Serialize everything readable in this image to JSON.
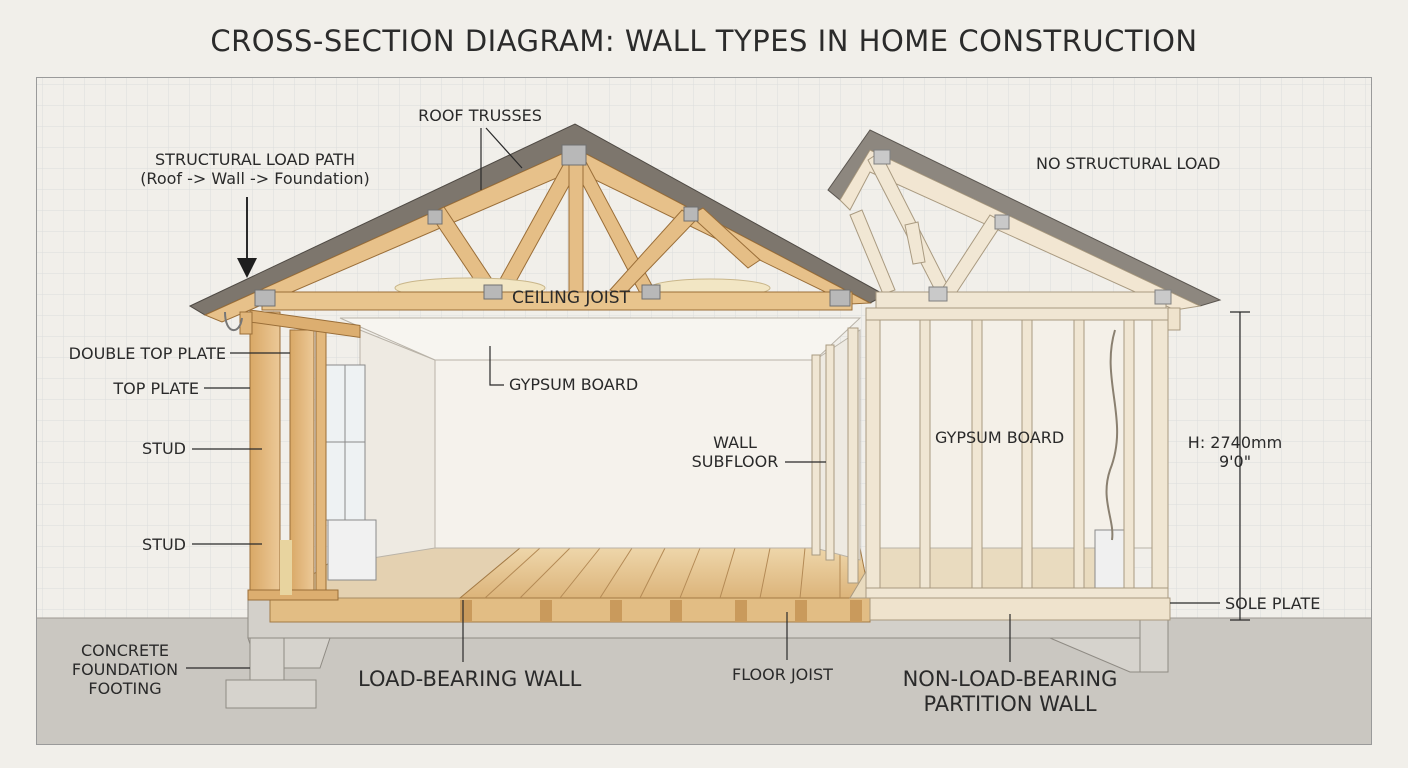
{
  "title": "CROSS-SECTION DIAGRAM: WALL TYPES IN HOME CONSTRUCTION",
  "labels": {
    "roof_trusses": "ROOF TRUSSES",
    "load_path_line1": "STRUCTURAL LOAD PATH",
    "load_path_line2": "(Roof -> Wall -> Foundation)",
    "no_structural_load": "NO STRUCTURAL LOAD",
    "ceiling_joist": "CEILING JOIST",
    "double_top_plate": "DOUBLE TOP PLATE",
    "top_plate": "TOP PLATE",
    "stud_upper": "STUD",
    "stud_lower": "STUD",
    "gypsum_board_left": "GYPSUM BOARD",
    "gypsum_board_right": "GYPSUM BOARD",
    "wall_subfloor_line1": "WALL",
    "wall_subfloor_line2": "SUBFLOOR",
    "height_line1": "H: 2740mm",
    "height_line2": "9'0\"",
    "sole_plate": "SOLE PLATE",
    "foundation_line1": "CONCRETE",
    "foundation_line2": "FOUNDATION",
    "foundation_line3": "FOOTING",
    "load_bearing_wall": "LOAD-BEARING WALL",
    "floor_joist": "FLOOR JOIST",
    "non_load_line1": "NON-LOAD-BEARING",
    "non_load_line2": "PARTITION WALL"
  },
  "colors": {
    "background": "#f1efea",
    "grid": "#d9d9d9",
    "lumber": "#e6c089",
    "lumber_dark": "#c99a5c",
    "pale_lumber": "#efe3cd",
    "roof": "#7a746c",
    "concrete": "#cfcdc8",
    "ground": "#c9c6c0",
    "wall": "#f4f1ea",
    "floor": "#e9cf9f",
    "ink": "#2a2a2a"
  }
}
